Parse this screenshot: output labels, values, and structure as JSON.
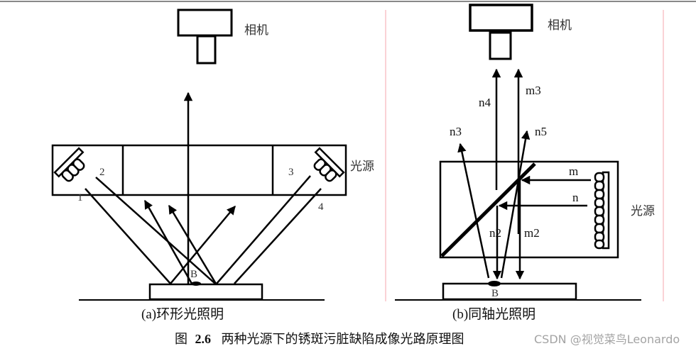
{
  "figure": {
    "number": "图 2.6",
    "number_bold": "2.6",
    "number_prefix": "图",
    "title": "两种光源下的锈斑污脏缺陷成像光路原理图",
    "watermark": "CSDN @视觉菜鸟Leonardo"
  },
  "panel_a": {
    "caption": "(a)环形光照明",
    "camera_label": "相机",
    "light_source_label": "光源",
    "led_labels": [
      "1",
      "2",
      "3",
      "4"
    ],
    "defect_label": "B"
  },
  "panel_b": {
    "caption": "(b)同轴光照明",
    "camera_label": "相机",
    "light_source_label": "光源",
    "defect_label": "B",
    "ray_labels": {
      "m": "m",
      "n": "n",
      "m2": "m2",
      "n2": "n2",
      "m3": "m3",
      "n3": "n3",
      "n4": "n4",
      "n5": "n5"
    }
  },
  "colors": {
    "ink": "#000000",
    "label": "#333333",
    "frame_line": "#f4a6ad",
    "top_rule": "#888888",
    "watermark": "#9a9a9a"
  }
}
